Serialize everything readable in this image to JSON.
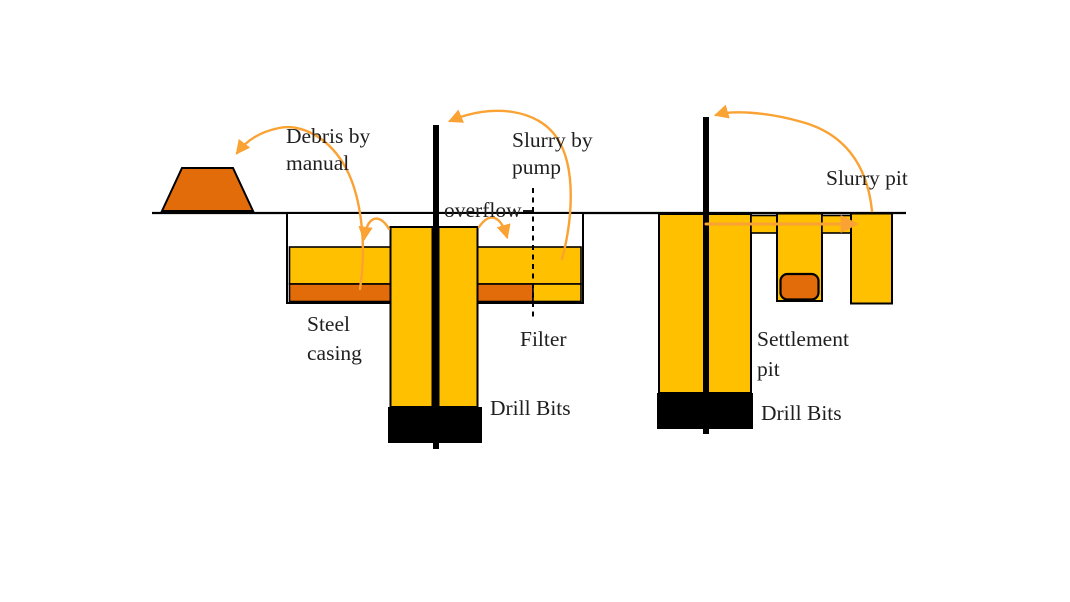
{
  "diagram": {
    "labels": {
      "debris_line1": "Debris by",
      "debris_line2": "manual",
      "slurry_pump_line1": "Slurry by",
      "slurry_pump_line2": "pump",
      "overflow": "overflow",
      "steel_casing_line1": "Steel",
      "steel_casing_line2": "casing",
      "filter": "Filter",
      "drill_bits_left": "Drill Bits",
      "settlement_pit_line1": "Settlement",
      "settlement_pit_line2": "pit",
      "drill_bits_right": "Drill Bits",
      "slurry_pit": "Slurry pit"
    },
    "colors": {
      "slurry_yellow": "#FFC000",
      "sediment_orange": "#E36C0A",
      "arrow_orange": "#FAA233",
      "line_black": "#000000"
    }
  }
}
